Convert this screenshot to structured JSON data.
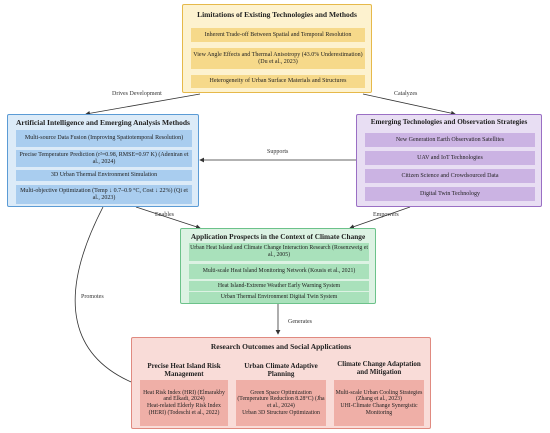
{
  "limitations": {
    "title": "Limitations of Existing Technologies and Methods",
    "items": [
      "Inherent Trade-off Between Spatial and Temporal Resolution",
      "View Angle Effects and Thermal Anisotropy (43.0% Underestimation) (Du et al., 2023)",
      "Heterogeneity of Urban Surface Materials and Structures"
    ]
  },
  "ai": {
    "title": "Artificial Intelligence and Emerging Analysis Methods",
    "items": [
      "Multi-source Data Fusion (Improving Spatiotemporal Resolution)",
      "Precise Temperature Prediction (r²=0.98, RMSE=0.97 K) (Adeniran et al., 2024)",
      "3D Urban Thermal Environment Simulation",
      "Multi-objective Optimization (Temp ↓ 0.7–0.9 °C, Cost ↓ 22%) (Qi et al., 2023)"
    ]
  },
  "emerging": {
    "title": "Emerging Technologies and Observation Strategies",
    "items": [
      "New Generation Earth Observation Satellites",
      "UAV and IoT Technologies",
      "Citizen Science and Crowdsourced Data",
      "Digital Twin Technology"
    ]
  },
  "prospects": {
    "title": "Application Prospects in the Context of Climate Change",
    "items": [
      "Urban Heat Island and Climate Change Interaction Research (Rosenzweig et al., 2005)",
      "Multi-scale Heat Island Monitoring Network (Kousis et al., 2021)",
      "Heat Island-Extreme Weather Early Warning System",
      "Urban Thermal Environment Digital Twin System"
    ]
  },
  "outcomes": {
    "title": "Research Outcomes and Social Applications",
    "columns": [
      {
        "title": "Precise Heat Island Risk Management",
        "items": [
          "Heat Risk Index (HRI) (Elmarakby and Elkadi, 2024)",
          "Heat-related Elderly Risk Index (HERI) (Todeschi et al., 2022)"
        ]
      },
      {
        "title": "Urban Climate Adaptive Planning",
        "items": [
          "Green Space Optimization (Temperature Reduction 8.28°C) (Jha et al., 2024)",
          "Urban 3D Structure Optimization"
        ]
      },
      {
        "title": "Climate Change Adaptation and Mitigation",
        "items": [
          "Multi-scale Urban Cooling Strategies (Zhang et al., 2023)",
          "UHI-Climate Change Synergistic Monitoring"
        ]
      }
    ]
  },
  "edges": {
    "drives_development": "Drives Development",
    "catalyzes": "Catalyzes",
    "supports": "Supports",
    "enables": "Enables",
    "empowers": "Empowers",
    "generates": "Generates",
    "promotes": "Promotes"
  }
}
